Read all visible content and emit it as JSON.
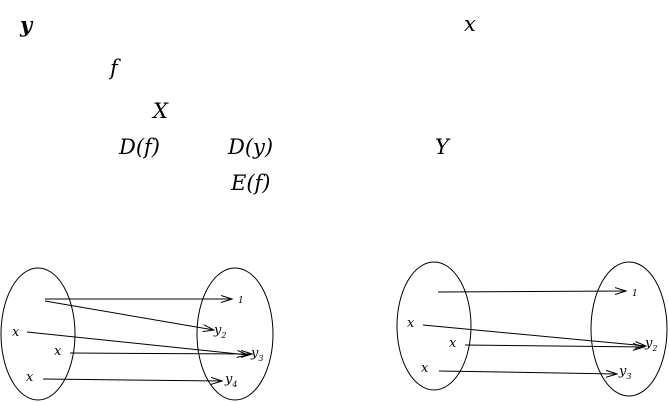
{
  "symbols": {
    "y": "y",
    "x": "x",
    "f": "f",
    "X": "X",
    "Df": "D(f)",
    "Dy": "D(y)",
    "Y": "Y",
    "Ef": "E(f)"
  },
  "left_diagram": {
    "domain_labels": [
      "x",
      "x",
      "x"
    ],
    "codomain_labels": [
      {
        "main": "1",
        "sub": ""
      },
      {
        "main": "y",
        "sub": "2"
      },
      {
        "main": "y",
        "sub": "3"
      },
      {
        "main": "y",
        "sub": "4"
      }
    ]
  },
  "right_diagram": {
    "domain_labels": [
      "x",
      "x",
      "x"
    ],
    "codomain_labels": [
      {
        "main": "1",
        "sub": ""
      },
      {
        "main": "y",
        "sub": "2"
      },
      {
        "main": "y",
        "sub": "3"
      }
    ]
  },
  "colors": {
    "ink": "#000000",
    "background": "#ffffff"
  }
}
